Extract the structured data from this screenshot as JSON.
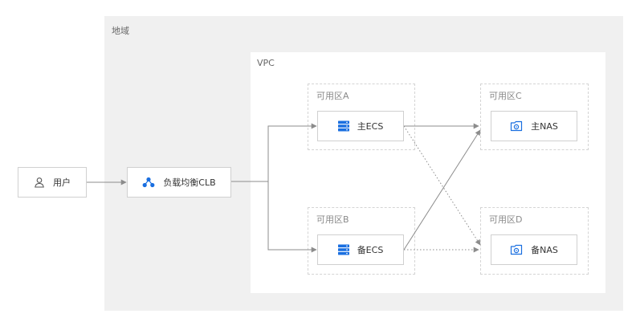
{
  "region": {
    "label": "地域"
  },
  "vpc": {
    "label": "VPC"
  },
  "zones": {
    "a": {
      "label": "可用区A"
    },
    "b": {
      "label": "可用区B"
    },
    "c": {
      "label": "可用区C"
    },
    "d": {
      "label": "可用区D"
    }
  },
  "nodes": {
    "user": {
      "label": "用户",
      "icon": "user-icon"
    },
    "clb": {
      "label": "负载均衡CLB",
      "icon": "load-balancer-icon"
    },
    "ecs_primary": {
      "label": "主ECS",
      "icon": "server-icon"
    },
    "ecs_backup": {
      "label": "备ECS",
      "icon": "server-icon"
    },
    "nas_primary": {
      "label": "主NAS",
      "icon": "storage-icon"
    },
    "nas_backup": {
      "label": "备NAS",
      "icon": "storage-icon"
    }
  },
  "colors": {
    "region_bg": "#f0f0f0",
    "accent_blue": "#1a6fe0",
    "arrow_gray": "#8c8c8c"
  }
}
